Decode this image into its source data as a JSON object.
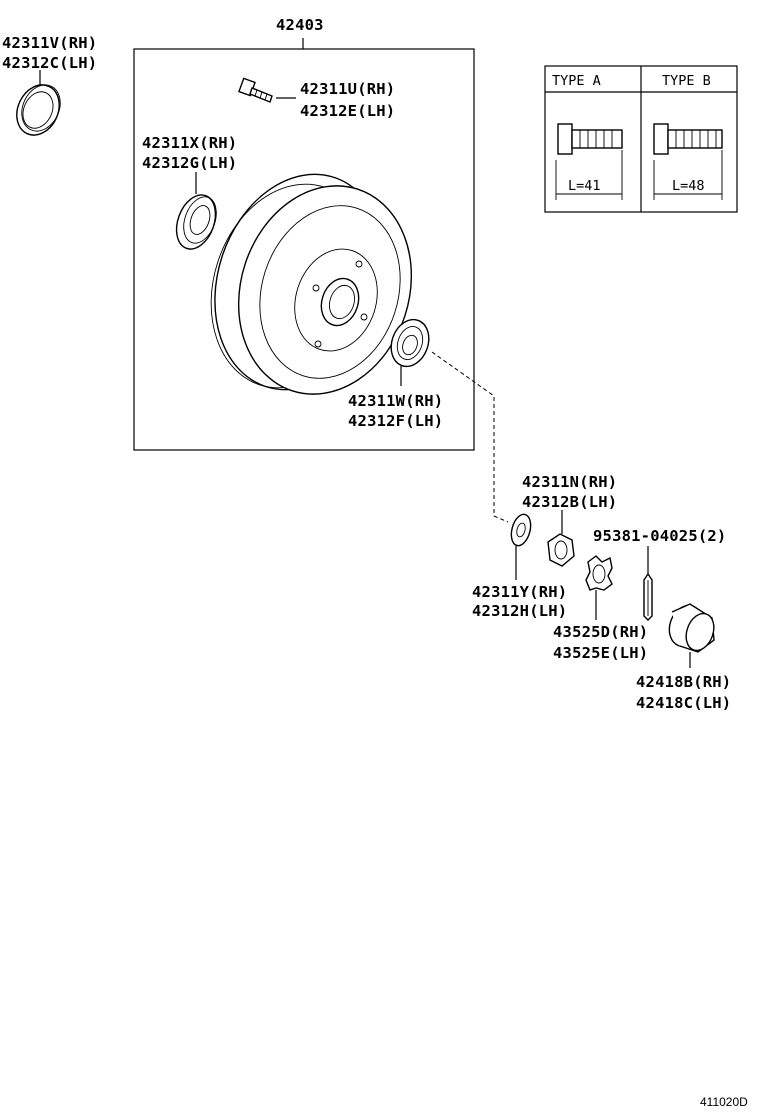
{
  "assembly": {
    "number": "42403"
  },
  "parts": {
    "oil_seal_outer": {
      "rh": "42311V(RH)",
      "lh": "42312C(LH)"
    },
    "hub_bolt": {
      "rh": "42311U(RH)",
      "lh": "42312E(LH)"
    },
    "bearing_outer": {
      "rh": "42311X(RH)",
      "lh": "42312G(LH)"
    },
    "bearing_inner": {
      "rh": "42311W(RH)",
      "lh": "42312F(LH)"
    },
    "nut": {
      "rh": "42311N(RH)",
      "lh": "42312B(LH)"
    },
    "washer": {
      "rh": "42311Y(RH)",
      "lh": "42312H(LH)"
    },
    "cotter_pin": {
      "number": "95381-04025(2)"
    },
    "nut_lock_cap": {
      "rh": "43525D(RH)",
      "lh": "43525E(LH)"
    },
    "grease_cap": {
      "rh": "42418B(RH)",
      "lh": "42418C(LH)"
    }
  },
  "type_table": {
    "type_a": {
      "label": "TYPE A",
      "length": "L=41"
    },
    "type_b": {
      "label": "TYPE B",
      "length": "L=48"
    }
  },
  "figure_id": "411020D"
}
